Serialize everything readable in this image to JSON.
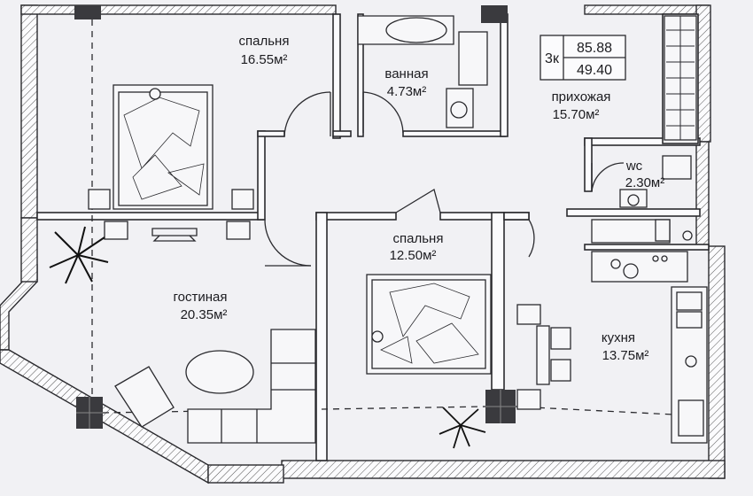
{
  "plan": {
    "unit_badge": {
      "rooms_code": "3к",
      "total_area": "85.88",
      "living_area": "49.40"
    },
    "rooms": [
      {
        "name": "спальня",
        "area": "16.55м²"
      },
      {
        "name": "ванная",
        "area": "4.73м²"
      },
      {
        "name": "прихожая",
        "area": "15.70м²"
      },
      {
        "name": "wc",
        "area": "2.30м²"
      },
      {
        "name": "спальня",
        "area": "12.50м²"
      },
      {
        "name": "гостиная",
        "area": "20.35м²"
      },
      {
        "name": "кухня",
        "area": "13.75м²"
      }
    ]
  }
}
